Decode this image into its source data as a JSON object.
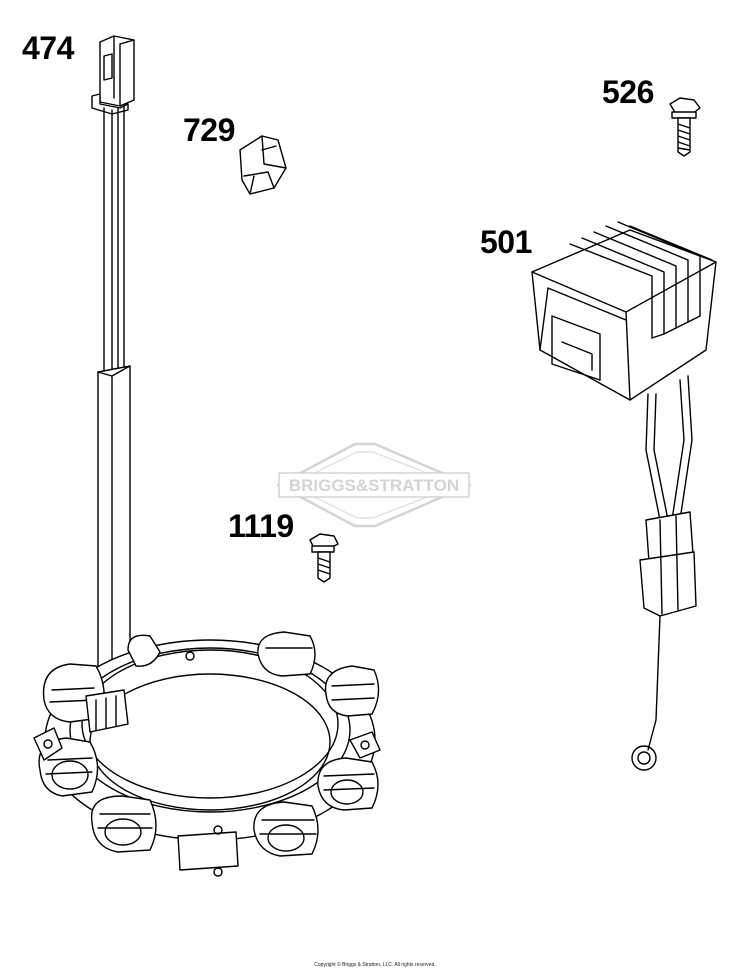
{
  "callouts": {
    "p474": "474",
    "p729": "729",
    "p526": "526",
    "p501": "501",
    "p1119": "1119"
  },
  "parts": [
    {
      "ref": "474",
      "icon": "stator-harness-icon"
    },
    {
      "ref": "729",
      "icon": "wire-clip-icon"
    },
    {
      "ref": "526",
      "icon": "screw-icon"
    },
    {
      "ref": "501",
      "icon": "voltage-regulator-icon"
    },
    {
      "ref": "1119",
      "icon": "screw-icon"
    }
  ],
  "watermark": {
    "text": "BRIGGS&STRATTON",
    "color": "#cfcfcf"
  },
  "footer": {
    "copyright": "Copyright © Briggs & Stratton, LLC. All rights reserved."
  },
  "colors": {
    "line": "#000000",
    "background": "#ffffff"
  }
}
